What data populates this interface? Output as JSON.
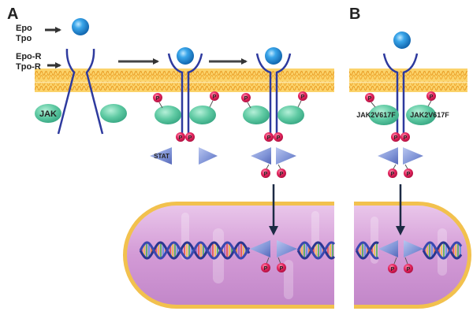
{
  "panels": {
    "a": {
      "label": "A"
    },
    "b": {
      "label": "B"
    }
  },
  "labels": {
    "ligand_line1": "Epo",
    "ligand_line2": "Tpo",
    "receptor_line1": "Epo-R",
    "receptor_line2": "Tpo-R",
    "jak": "JAK",
    "stat": "STAT",
    "phospho": "P",
    "jak_mutant_left": "JAK2V617F",
    "jak_mutant_right": "JAK2V617F"
  },
  "colors": {
    "membrane": "#f5b731",
    "membrane_line": "#e8961c",
    "receptor": "#2e3a9e",
    "ligand": "#2a8fd6",
    "jak": "#5cc9a0",
    "phosphate": "#e0245e",
    "stat": "#7f93d6",
    "nucleus": "#d8a5d8",
    "nucleus_border": "#f2c14e",
    "arrow": "#333333",
    "nuclear_arrow": "#1c2a44"
  }
}
